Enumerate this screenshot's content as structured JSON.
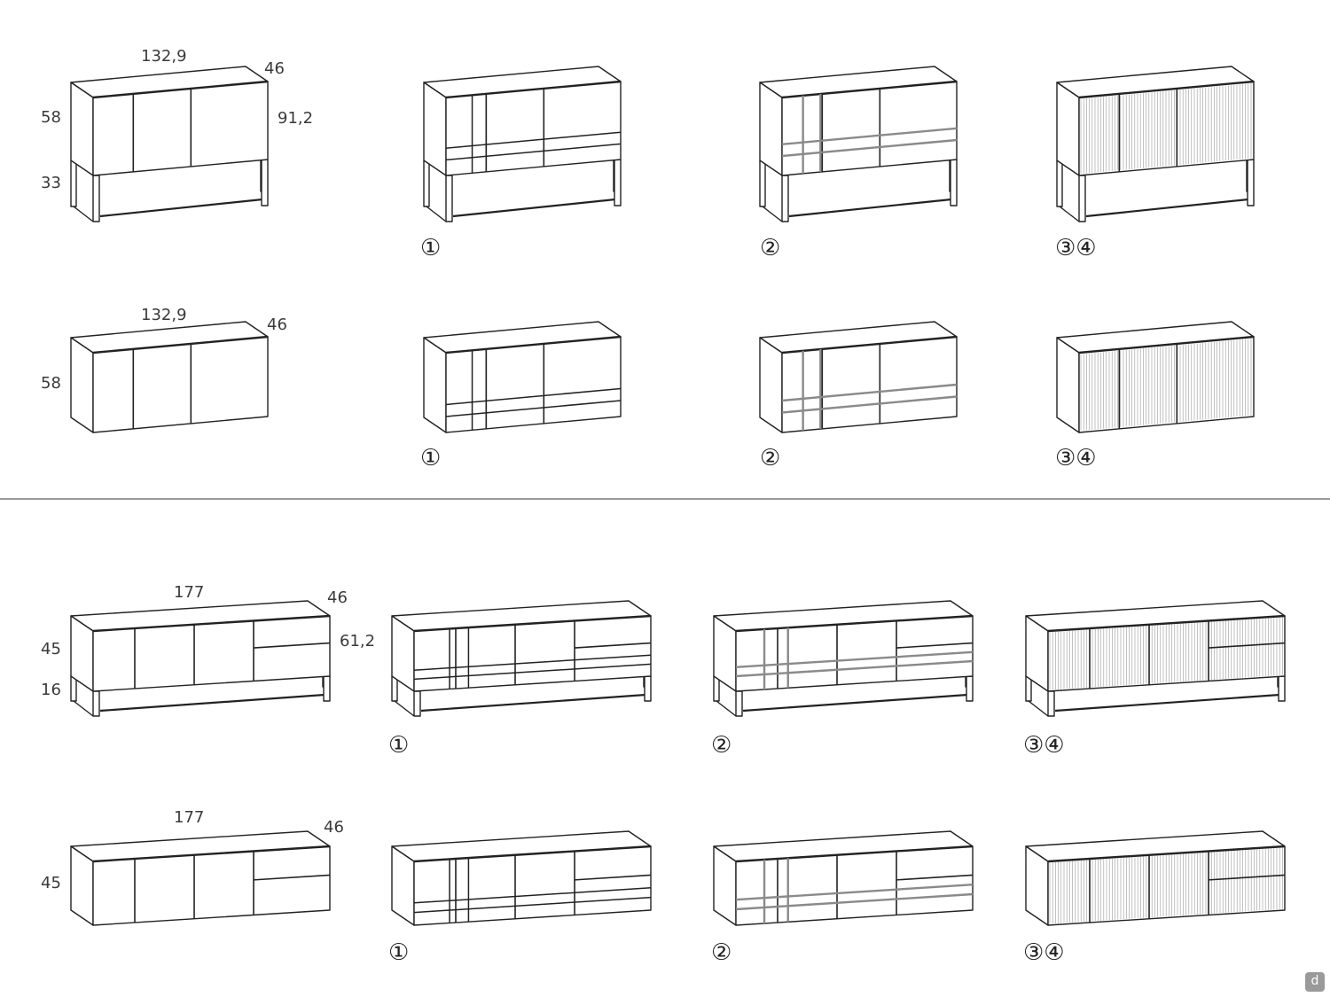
{
  "top_section": {
    "high_sideboard": {
      "width": "132,9",
      "depth": "46",
      "body_height": "58",
      "leg_height": "33",
      "total_height": "91,2"
    },
    "low_sideboard": {
      "width": "132,9",
      "depth": "46",
      "height": "58"
    }
  },
  "bottom_section": {
    "high_sideboard": {
      "width": "177",
      "depth": "46",
      "body_height": "45",
      "leg_height": "16",
      "total_height": "61,2"
    },
    "low_sideboard": {
      "width": "177",
      "depth": "46",
      "height": "45"
    }
  },
  "variant_markers": {
    "v1": "①",
    "v2": "②",
    "v34": "③④"
  },
  "logo_text": "d",
  "colors": {
    "line": "#222222",
    "accent_line": "#8a8a8a",
    "hatch": "#9a9a9a"
  }
}
